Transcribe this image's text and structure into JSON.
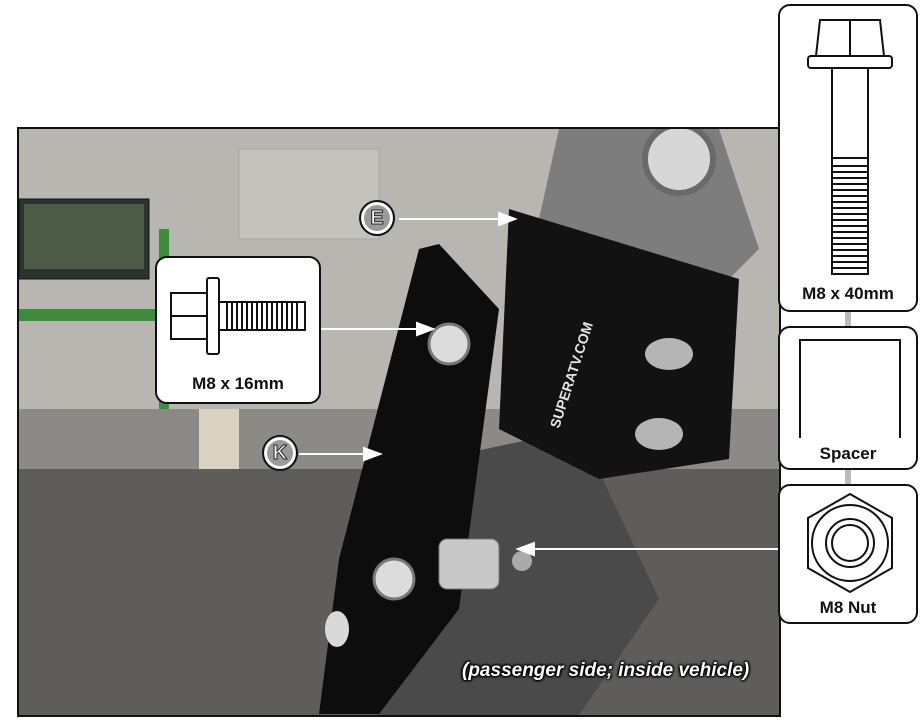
{
  "callouts": {
    "bolt_40": {
      "label": "M8 x 40mm",
      "icon": "hex-bolt-long-icon"
    },
    "spacer": {
      "label": "Spacer",
      "icon": "spacer-icon"
    },
    "nut": {
      "label": "M8 Nut",
      "icon": "hex-nut-icon"
    },
    "bolt_16": {
      "label": "M8 x 16mm",
      "icon": "hex-bolt-short-icon"
    }
  },
  "badges": {
    "e": "E",
    "k": "K"
  },
  "photo": {
    "brand_text": "SUPERATV.COM",
    "caption": "(passenger side; inside vehicle)"
  },
  "colors": {
    "bracket": "#0d0d0d",
    "badge": "#9a9a9a",
    "metal": "#c9c9c9"
  }
}
